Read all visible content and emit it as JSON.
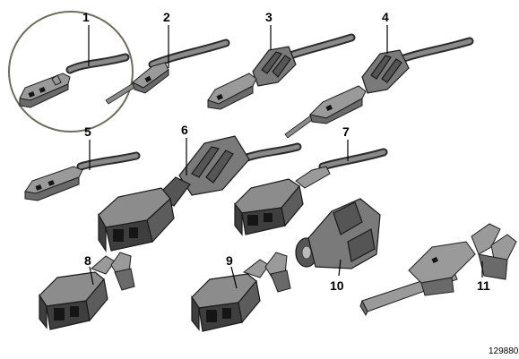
{
  "diagram": {
    "callouts": [
      "1",
      "2",
      "3",
      "4",
      "5",
      "6",
      "7",
      "8",
      "9",
      "10",
      "11"
    ],
    "diagram_id": "129880"
  },
  "colors": {
    "line": "#000000",
    "part_dark": "#3e3e3e",
    "part_mid": "#6a6a6a",
    "part_light": "#9a9a9a",
    "background": "#ffffff"
  }
}
